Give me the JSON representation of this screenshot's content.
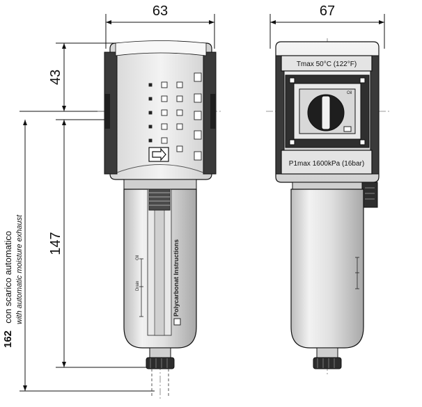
{
  "dimensions": {
    "front_width": "63",
    "side_width": "67",
    "head_height": "43",
    "bowl_height": "147",
    "total_height": "162",
    "total_label_it": "con scarico automatico",
    "total_label_en": "with automatic moisture exhaust"
  },
  "front_view": {
    "bowl_label": "Polycarbonat Instructions",
    "scale_top_mark": "Oil",
    "scale_mid_mark": "Drain"
  },
  "side_view": {
    "temperature_plate": "Tmax 50°C (122°F)",
    "pressure_plate": "P1max 1600kPa (16bar)",
    "gauge_mark": "Oil"
  },
  "colors": {
    "line": "#111111",
    "body_light": "#e6e6e6",
    "body_dark": "#3c3c3c",
    "bowl": "#d9d9d9"
  }
}
